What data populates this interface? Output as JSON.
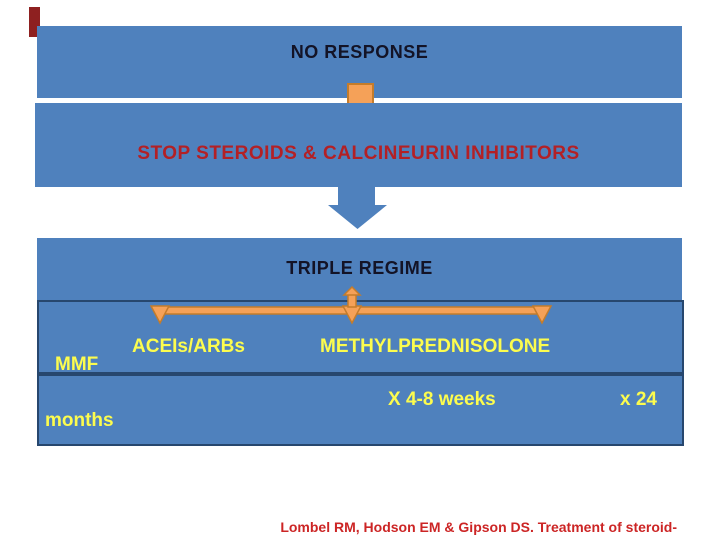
{
  "flow": {
    "step1_label": "NO RESPONSE",
    "step2_label": "STOP STEROIDS & CALCINEURIN INHIBITORS",
    "step3_label": "TRIPLE REGIME"
  },
  "regime": {
    "ace_label": "ACEIs/ARBs",
    "methylprednisolone_label": "METHYLPREDNISOLONE",
    "mmf_label": "MMF"
  },
  "duration": {
    "weeks_label": "X 4-8 weeks",
    "times_label": "x 24",
    "months_label": "months"
  },
  "citation": {
    "text": "Lombel RM, Hodson EM & Gipson DS. Treatment of steroid-"
  },
  "colors": {
    "box_blue": "#4F81BD",
    "box_border_navy": "#27476E",
    "arrow_orange_fill": "#F5A158",
    "arrow_orange_border": "#C47C2B",
    "label_yellow": "#FCFC4E",
    "heading_red": "#B32025",
    "citation_red": "#CC2525",
    "step1_text_dark": "#131326",
    "accent_maroon": "#8E2020"
  }
}
